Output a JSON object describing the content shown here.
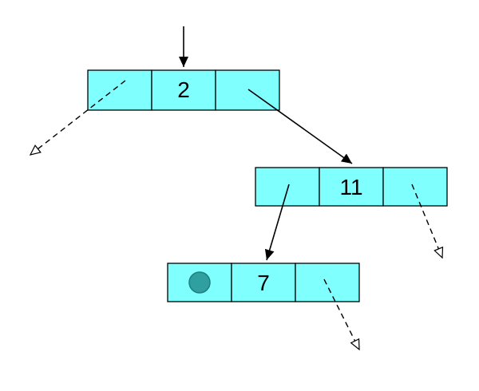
{
  "nodes": [
    {
      "id": "node-2",
      "value": "2"
    },
    {
      "id": "node-11",
      "value": "11"
    },
    {
      "id": "node-7",
      "value": "7"
    }
  ],
  "edges": [
    {
      "from": "entry",
      "to": "node-2",
      "style": "solid"
    },
    {
      "from": "node-2.left",
      "to": "null",
      "style": "dashed"
    },
    {
      "from": "node-2.right",
      "to": "node-11",
      "style": "solid"
    },
    {
      "from": "node-11.left",
      "to": "node-7",
      "style": "solid"
    },
    {
      "from": "node-11.right",
      "to": "null",
      "style": "dashed"
    },
    {
      "from": "node-7.left",
      "to": "dot-marker",
      "style": "dot"
    },
    {
      "from": "node-7.right",
      "to": "null",
      "style": "dashed"
    }
  ],
  "colors": {
    "cell_fill": "#80ffff",
    "cell_border": "#000000",
    "dot_fill": "#2f9f9f",
    "dot_border": "#1d7f7f",
    "arrow": "#000000",
    "background": "#ffffff"
  }
}
